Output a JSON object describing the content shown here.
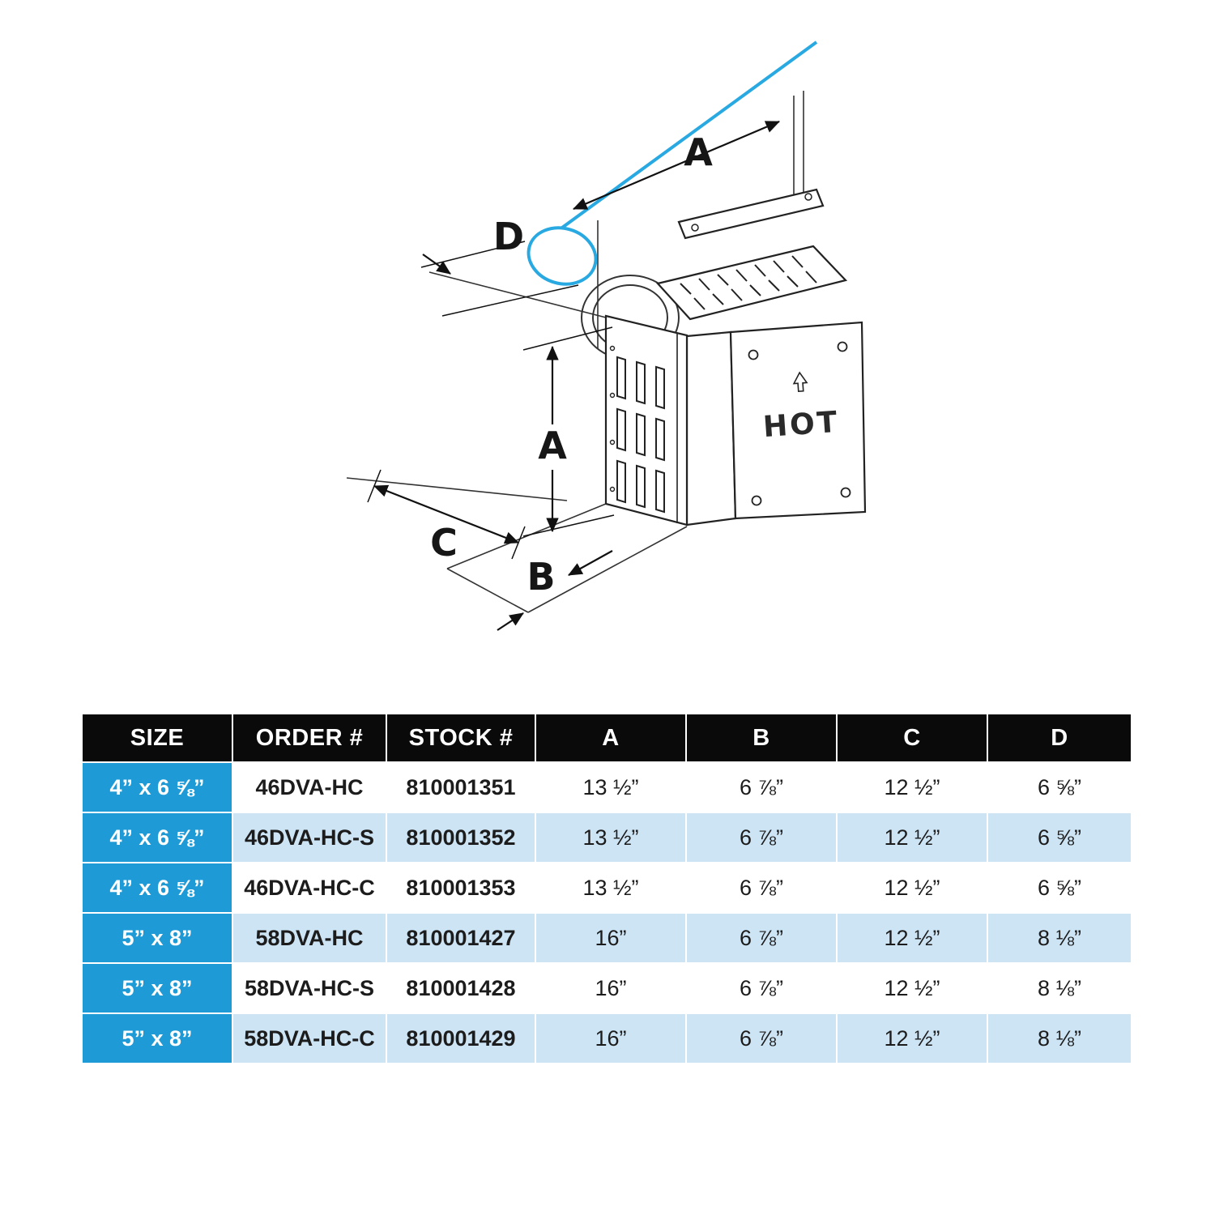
{
  "diagram": {
    "labels": {
      "dim_a_top": "A",
      "dim_d": "D",
      "dim_a_vertical": "A",
      "dim_c": "C",
      "dim_b": "B"
    },
    "plate_text": "HOT",
    "colors": {
      "pipe_accent": "#29a9e1",
      "line": "#1a1a1a"
    }
  },
  "table": {
    "headers": [
      "SIZE",
      "ORDER #",
      "STOCK #",
      "A",
      "B",
      "C",
      "D"
    ],
    "colors": {
      "header_bg": "#0a0a0a",
      "size_col_bg": "#1e9ad6",
      "alt_row_bg": "#cde4f5"
    },
    "rows": [
      [
        "4” x 6 ⅝”",
        "46DVA-HC",
        "810001351",
        "13 ½”",
        "6 ⅞”",
        "12 ½”",
        "6 ⅝”"
      ],
      [
        "4” x 6 ⅝”",
        "46DVA-HC-S",
        "810001352",
        "13 ½”",
        "6 ⅞”",
        "12 ½”",
        "6 ⅝”"
      ],
      [
        "4” x 6 ⅝”",
        "46DVA-HC-C",
        "810001353",
        "13 ½”",
        "6 ⅞”",
        "12 ½”",
        "6 ⅝”"
      ],
      [
        "5” x 8”",
        "58DVA-HC",
        "810001427",
        "16”",
        "6 ⅞”",
        "12 ½”",
        "8 ⅛”"
      ],
      [
        "5” x 8”",
        "58DVA-HC-S",
        "810001428",
        "16”",
        "6 ⅞”",
        "12 ½”",
        "8 ⅛”"
      ],
      [
        "5” x 8”",
        "58DVA-HC-C",
        "810001429",
        "16”",
        "6 ⅞”",
        "12 ½”",
        "8 ⅛”"
      ]
    ]
  }
}
